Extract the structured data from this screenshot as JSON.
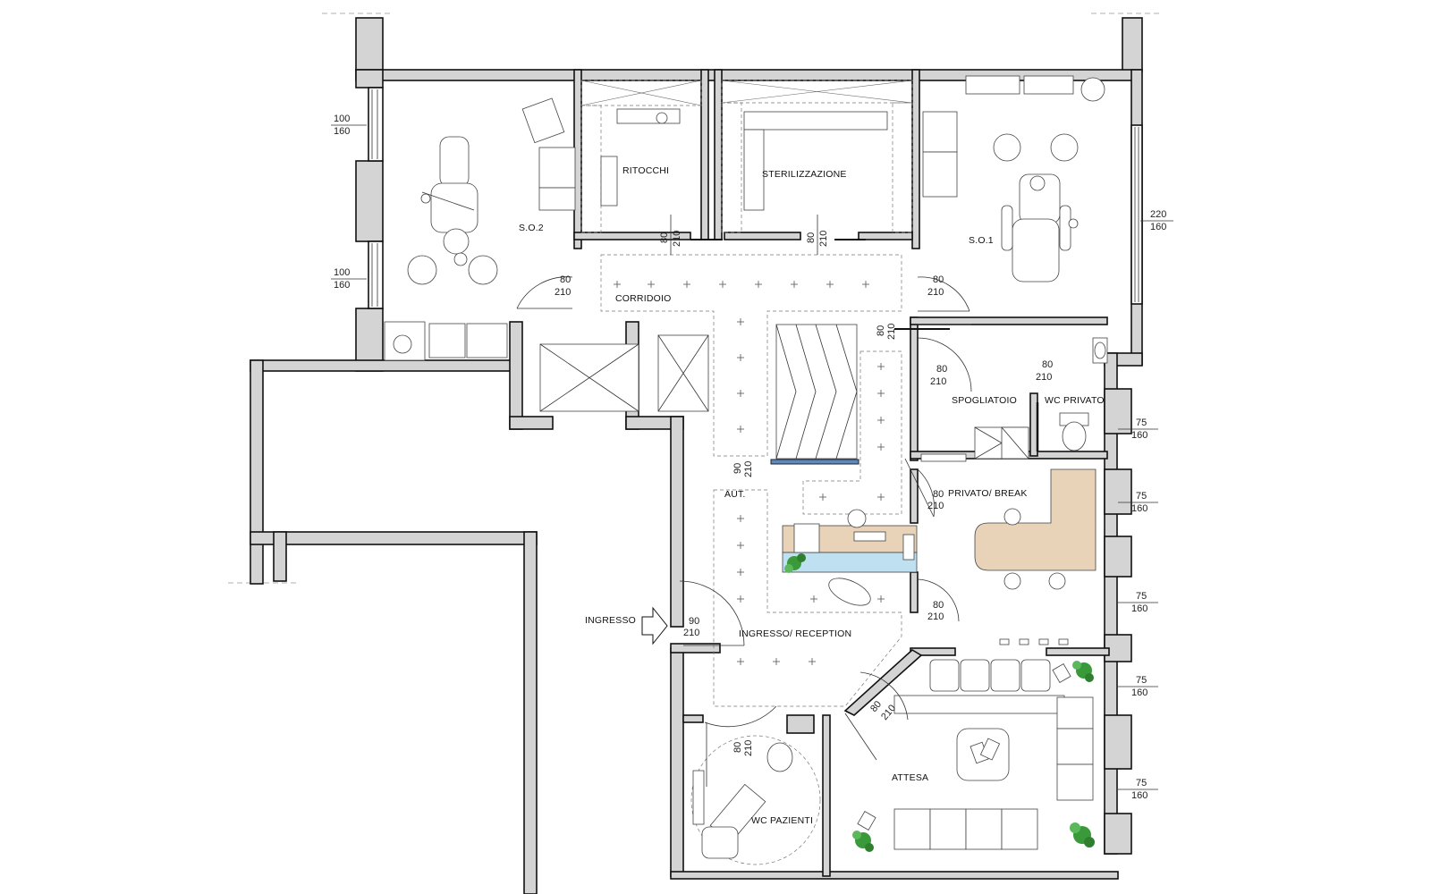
{
  "rooms": {
    "so2": "S.O.2",
    "ritocchi": "RITOCCHI",
    "sterilizzazione": "STERILIZZAZIONE",
    "so1": "S.O.1",
    "corridoio": "CORRIDOIO",
    "spogliatoio": "SPOGLIATOIO",
    "wc_privato": "WC PRIVATO",
    "privato_break": "PRIVATO/ BREAK",
    "aut": "AUT.",
    "ingresso": "INGRESSO",
    "ingresso_reception": "INGRESSO/ RECEPTION",
    "attesa": "ATTESA",
    "wc_pazienti": "WC PAZIENTI"
  },
  "dimensions": {
    "w_100_160_a_top": "100",
    "w_100_160_a_bot": "160",
    "w_100_160_b_top": "100",
    "w_100_160_b_bot": "160",
    "w_220_160_top": "220",
    "w_220_160_bot": "160",
    "d_ritocchi_top": "80",
    "d_ritocchi_bot": "210",
    "d_steril_top": "80",
    "d_steril_bot": "210",
    "d_so2_top": "80",
    "d_so2_bot": "210",
    "d_so1_top": "80",
    "d_so1_bot": "210",
    "d_80_210_vert_top": "80",
    "d_80_210_vert_bot": "210",
    "d_spogl_top": "80",
    "d_spogl_bot": "210",
    "d_wcpriv_top": "80",
    "d_wcpriv_bot": "210",
    "d_aut_top": "90",
    "d_aut_bot": "210",
    "d_break_top": "80",
    "d_break_bot": "210",
    "d_recep_top": "80",
    "d_recep_bot": "210",
    "d_ingresso_top": "90",
    "d_ingresso_bot": "210",
    "d_attesa_top": "80",
    "d_attesa_bot": "210",
    "d_wcpaz_top": "80",
    "d_wcpaz_bot": "210",
    "w75_1_top": "75",
    "w75_1_bot": "160",
    "w75_2_top": "75",
    "w75_2_bot": "160",
    "w75_3_top": "75",
    "w75_3_bot": "160",
    "w75_4_top": "75",
    "w75_4_bot": "160",
    "w75_5_top": "75",
    "w75_5_bot": "160"
  },
  "colors": {
    "wall_fill": "#d4d4d4",
    "counter_wood": "#e8d2b8",
    "counter_glass": "#bfe0f0",
    "plant_green": "#3a9a3a"
  },
  "icons": [
    "dental-chair-icon",
    "stool-icon",
    "toilet-icon",
    "sink-icon",
    "plant-icon",
    "entrance-arrow-icon",
    "armchair-icon",
    "sofa-icon",
    "elevator-icon"
  ]
}
